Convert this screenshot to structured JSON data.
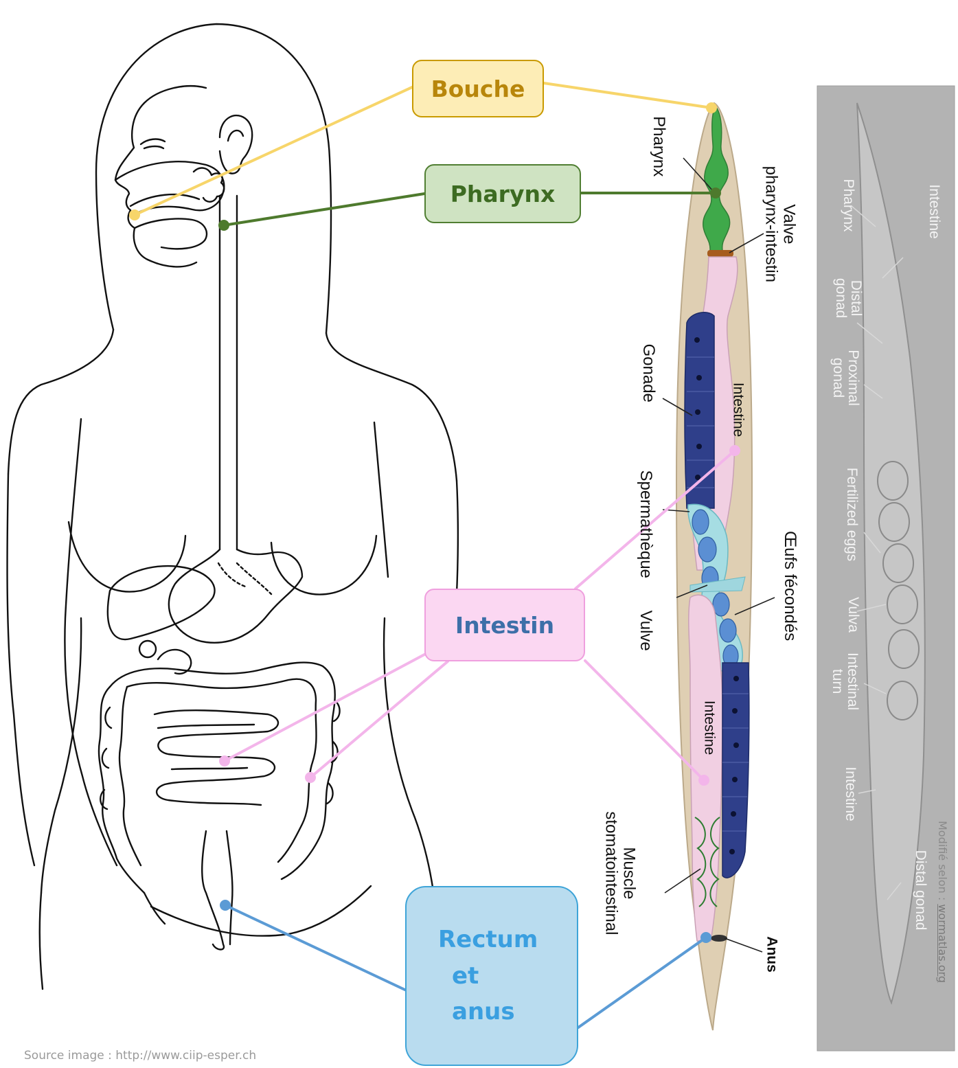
{
  "boxes": {
    "bouche": "Bouche",
    "pharynx": "Pharynx",
    "intestin": "Intestin",
    "rectum_line1": "Rectum",
    "rectum_line2": "et",
    "rectum_line3": "anus"
  },
  "worm_labels": {
    "pharynx": "Pharynx",
    "valve_line1": "Valve",
    "valve_line2": "pharynx-intestin",
    "gonade": "Gonade",
    "intestine_top": "Intestine",
    "spermatheque": "Spermathèque",
    "oeufs": "Œufs fécondés",
    "vulve": "Vulve",
    "intestine_bottom": "Intestine",
    "muscle_line1": "Muscle",
    "muscle_line2": "stomatointestinal",
    "anus": "Anus"
  },
  "micrograph_labels": {
    "intestine_top": "Intestine",
    "pharynx": "Pharynx",
    "distal_gonad_line1": "Distal",
    "distal_gonad_line2": "gonad",
    "proximal_gonad_line1": "Proximal",
    "proximal_gonad_line2": "gonad",
    "fertilized_eggs": "Fertilized eggs",
    "vulva": "Vulva",
    "intestinal_turn_line1": "Intestinal",
    "intestinal_turn_line2": "turn",
    "intestine_bottom": "Intestine",
    "distal_gonad_bottom": "Distal gonad"
  },
  "source": "Source image : http://www.ciip-esper.ch",
  "credit_prefix": "Modifié selon : ",
  "credit_link": "wormatlas.org",
  "colors": {
    "bouche_fill": "#fdedb6",
    "bouche_border": "#c99a00",
    "bouche_text": "#b8860b",
    "bouche_line": "#f7d56a",
    "pharynx_fill": "#cfe3c2",
    "pharynx_border": "#507e32",
    "pharynx_text": "#3d6b22",
    "pharynx_line": "#4e7a2d",
    "intestin_fill": "#fbd7f2",
    "intestin_border": "#ef9fde",
    "intestin_text": "#3d6fa8",
    "intestin_line": "#f3b5ea",
    "rectum_fill": "#b9dcef",
    "rectum_border": "#3ea4d8",
    "rectum_text": "#3a9fe0",
    "rectum_line": "#5b9bd5"
  }
}
